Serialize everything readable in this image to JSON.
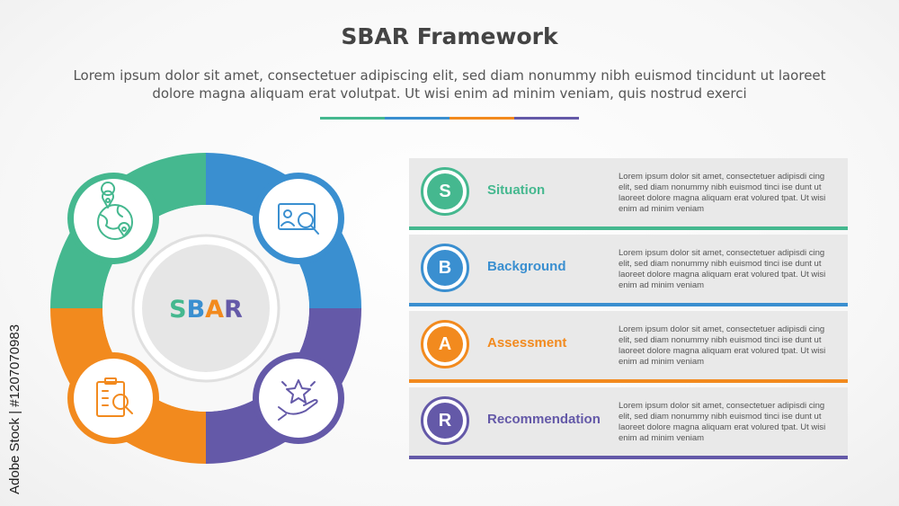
{
  "header": {
    "title": "SBAR Framework",
    "subtitle": "Lorem ipsum dolor sit amet, consectetuer adipiscing elit, sed diam nonummy nibh euismod tincidunt ut laoreet dolore magna aliquam erat volutpat. Ut wisi enim ad minim veniam, quis nostrud exerci"
  },
  "colors": {
    "situation": "#45b88f",
    "background": "#3a8fd0",
    "assessment": "#f28a1e",
    "recommendation": "#6459a8",
    "hub_fill": "#e6e6e6",
    "row_fill": "#e9e9e9",
    "text_dark": "#444444"
  },
  "center": {
    "letters": [
      {
        "char": "S",
        "color": "#45b88f"
      },
      {
        "char": "B",
        "color": "#3a8fd0"
      },
      {
        "char": "A",
        "color": "#f28a1e"
      },
      {
        "char": "R",
        "color": "#6459a8"
      }
    ]
  },
  "wheel_icons": [
    {
      "icon": "map-location-icon",
      "quadrant": "top-left"
    },
    {
      "icon": "id-card-search-icon",
      "quadrant": "top-right"
    },
    {
      "icon": "clipboard-search-icon",
      "quadrant": "bottom-left"
    },
    {
      "icon": "hand-star-icon",
      "quadrant": "bottom-right"
    }
  ],
  "items": [
    {
      "letter": "S",
      "label": "Situation",
      "text": "Lorem ipsum dolor sit amet, consectetuer adipisdi cing elit, sed diam nonummy nibh euismod tinci ise dunt ut laoreet dolore magna aliquam erat volured tpat. Ut wisi enim ad minim veniam"
    },
    {
      "letter": "B",
      "label": "Background",
      "text": "Lorem ipsum dolor sit amet, consectetuer adipisdi cing elit, sed diam nonummy nibh euismod tinci ise dunt ut laoreet dolore magna aliquam erat volured tpat. Ut wisi enim ad minim veniam"
    },
    {
      "letter": "A",
      "label": "Assessment",
      "text": "Lorem ipsum dolor sit amet, consectetuer adipisdi cing elit, sed diam nonummy nibh euismod tinci ise dunt ut laoreet dolore magna aliquam erat volured tpat. Ut wisi enim ad minim veniam"
    },
    {
      "letter": "R",
      "label": "Recommendation",
      "text": "Lorem ipsum dolor sit amet, consectetuer adipisdi cing elit, sed diam nonummy nibh euismod tinci ise dunt ut laoreet dolore magna aliquam erat volured tpat. Ut wisi enim ad minim veniam"
    }
  ],
  "watermark": "Adobe Stock | #1207070983"
}
